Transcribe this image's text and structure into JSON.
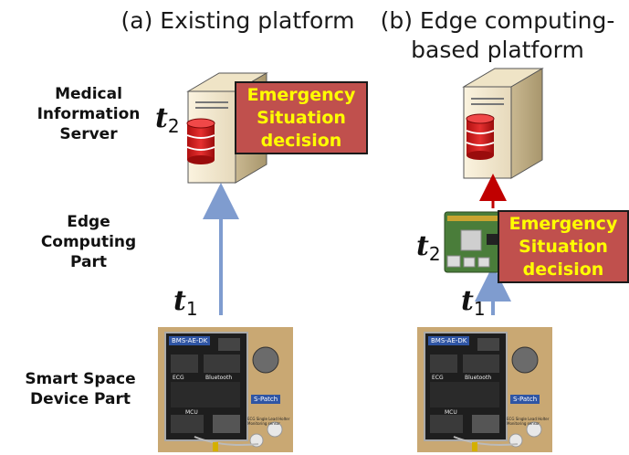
{
  "columns": {
    "left_title": "(a) Existing platform",
    "right_title_line1": "(b) Edge computing-",
    "right_title_line2": "based platform"
  },
  "row_labels": {
    "server": [
      "Medical",
      "Information",
      "Server"
    ],
    "edge": [
      "Edge",
      "Computing",
      "Part"
    ],
    "device": [
      "Smart Space",
      "Device Part"
    ]
  },
  "decision_box": [
    "Emergency",
    "Situation",
    "decision"
  ],
  "time_labels": {
    "t": "t",
    "sub1": "1",
    "sub2": "2"
  },
  "device_board": {
    "title": "BMS-AE-DK",
    "patch": "S-Patch",
    "chip_labels": [
      "ECG",
      "Bluetooth",
      "MCU"
    ],
    "caption_line1": "ECG Single Lead Holter",
    "caption_line2": "Monitoring sensor"
  },
  "colors": {
    "decision_fill": "#c0504d",
    "decision_text": "#ffff00",
    "arrow_blue": "#7f9ccf",
    "arrow_red": "#c00000",
    "database_red": "#d42020"
  }
}
